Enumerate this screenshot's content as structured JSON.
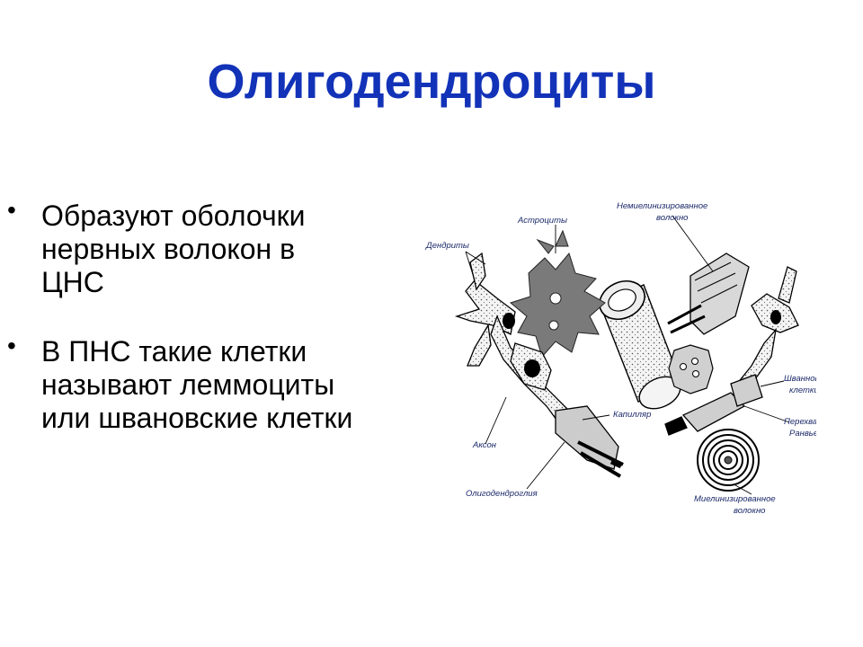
{
  "title": "Олигодендроциты",
  "bullets": [
    {
      "lines": [
        "Образуют оболочки",
        "нервных волокон в",
        "ЦНС"
      ]
    },
    {
      "lines": [
        "В ПНС такие клетки",
        "называют леммоциты",
        "или швановские клетки"
      ]
    }
  ],
  "figure": {
    "labels": {
      "astrocytes": "Астроциты",
      "unmyelinated_l1": "Немиелинизированное",
      "unmyelinated_l2": "волокно",
      "dendrites": "Дендриты",
      "capillary": "Капилляр",
      "axon": "Аксон",
      "oligodendroglia": "Олигодендроглия",
      "schwann_l1": "Шванновские",
      "schwann_l2": "клетки",
      "nodes_l1": "Перехваты",
      "nodes_l2": "Ранвье",
      "myelinated_l1": "Миелинизированное",
      "myelinated_l2": "волокно"
    }
  }
}
